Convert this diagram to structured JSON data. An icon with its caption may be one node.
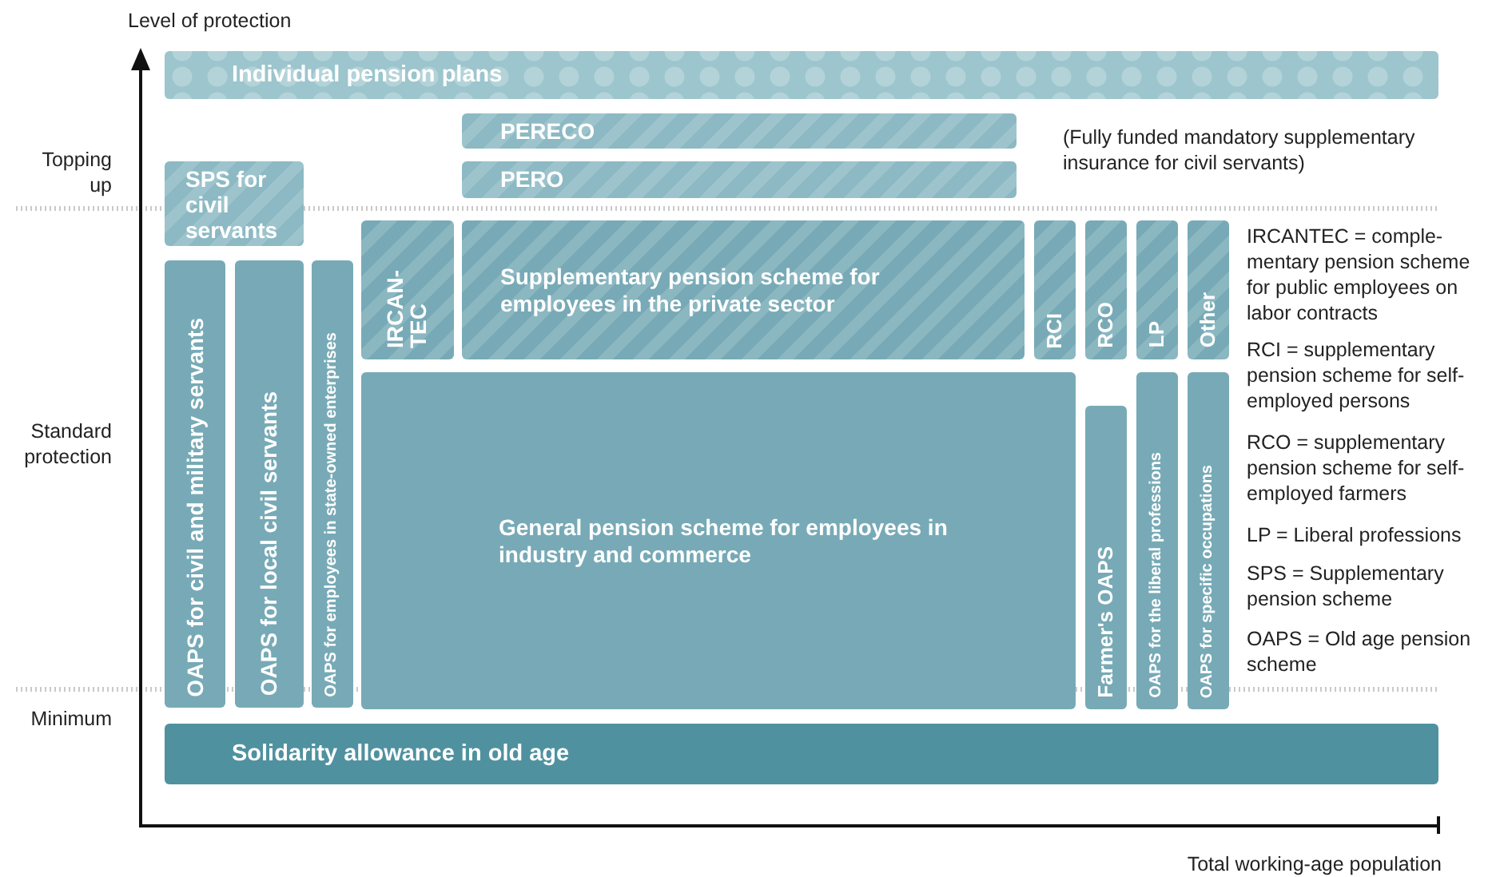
{
  "diagram": {
    "nodes": [
      {
        "text": [
          "Individual pension plans"
        ]
      },
      {
        "text": [
          "PERECO"
        ]
      },
      {
        "text": [
          "SPS for civil servants"
        ]
      },
      {
        "text": [
          "PERO"
        ]
      },
      {
        "text": [
          "OAPS for civil and military servants"
        ]
      },
      {
        "text": [
          "OAPS for local civil servants"
        ]
      },
      {
        "text": [
          "OAPS for employees in state-owned enterprises"
        ]
      },
      {
        "text": [
          "IRCAN- TEC"
        ]
      },
      {
        "text": [
          "Supplementary pension scheme for employees in the private sector"
        ]
      },
      {
        "text": [
          "RCI"
        ]
      },
      {
        "text": [
          "RCO"
        ]
      },
      {
        "text": [
          "LP"
        ]
      },
      {
        "text": [
          "Other"
        ]
      },
      {
        "text": [
          "General pension scheme for employees in industry and commerce"
        ]
      },
      {
        "text": [
          "Farmer's OAPS"
        ]
      },
      {
        "text": [
          "OAPS for the liberal professions"
        ]
      },
      {
        "text": [
          "OAPS for specific occupations"
        ]
      },
      {
        "text": [
          "Solidarity allowance in old age"
        ]
      }
    ],
    "edges": [],
    "labels": [
      "Level of protection",
      "Topping up",
      "(Fully funded mandatory supplementary insurance for civil servants)",
      "IRCANTEC = comple- mentary pension scheme for public employees on labor contracts",
      "Standard protection",
      "RCI = supplementary pension scheme for self-employed persons",
      "RCO = supplementary pension scheme for self-employed farmers",
      "LP = Liberal professions",
      "SPS = Supplementary pension scheme",
      "OAPS = Old age pension scheme",
      "Minimum",
      "Total working-age population"
    ]
  }
}
